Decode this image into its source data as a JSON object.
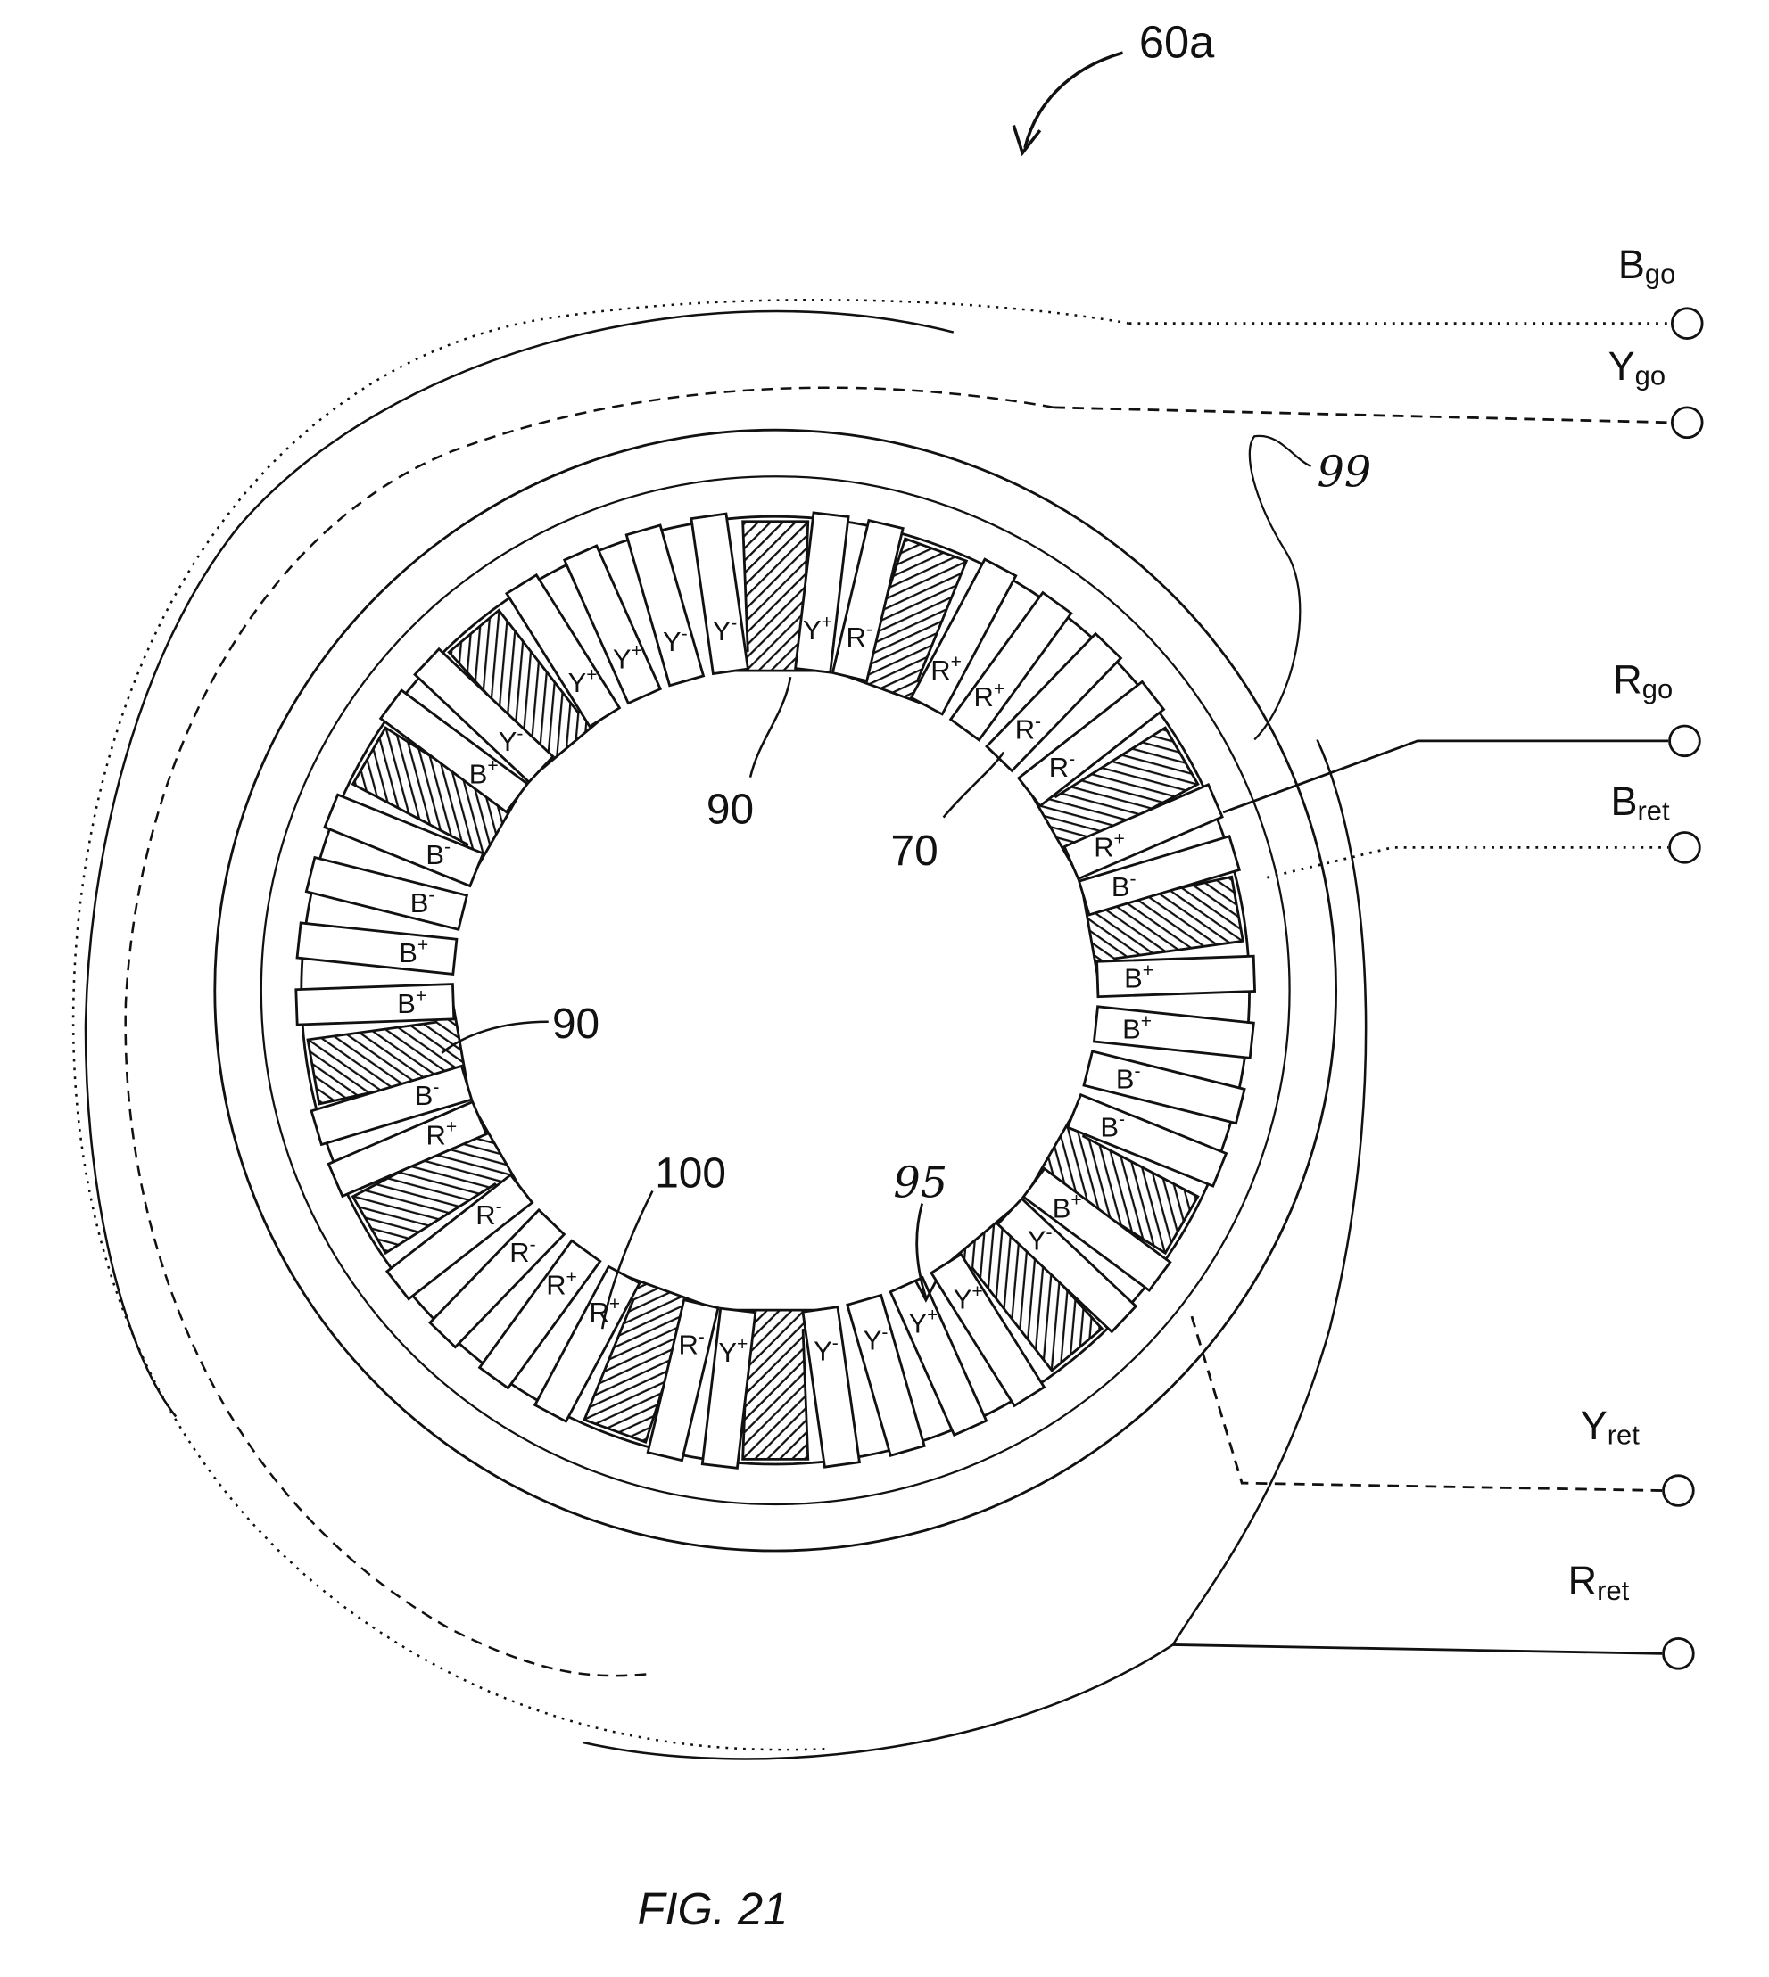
{
  "figure": {
    "ref_main": "60a",
    "caption": "FIG. 21",
    "ref_90_top": "90",
    "ref_90_left": "90",
    "ref_70": "70",
    "ref_100": "100",
    "ref_95": "95",
    "ref_99": "99"
  },
  "terminals": [
    {
      "base": "B",
      "sub": "go"
    },
    {
      "base": "Y",
      "sub": "go"
    },
    {
      "base": "R",
      "sub": "go"
    },
    {
      "base": "B",
      "sub": "ret"
    },
    {
      "base": "Y",
      "sub": "ret"
    },
    {
      "base": "R",
      "sub": "ret"
    }
  ],
  "coil_sides": [
    "Y+",
    "R-",
    "R+",
    "R+",
    "R-",
    "R-",
    "R+",
    "B-",
    "B+",
    "B+",
    "B-",
    "B-",
    "B+",
    "Y-",
    "Y+",
    "Y+",
    "Y-",
    "Y-",
    "Y+",
    "R-",
    "R+",
    "R+",
    "R-",
    "R-",
    "R+",
    "B-",
    "B+",
    "B+",
    "B-",
    "B-",
    "B+",
    "Y-",
    "Y+",
    "Y+",
    "Y-",
    "Y-"
  ],
  "pole_count": 12
}
